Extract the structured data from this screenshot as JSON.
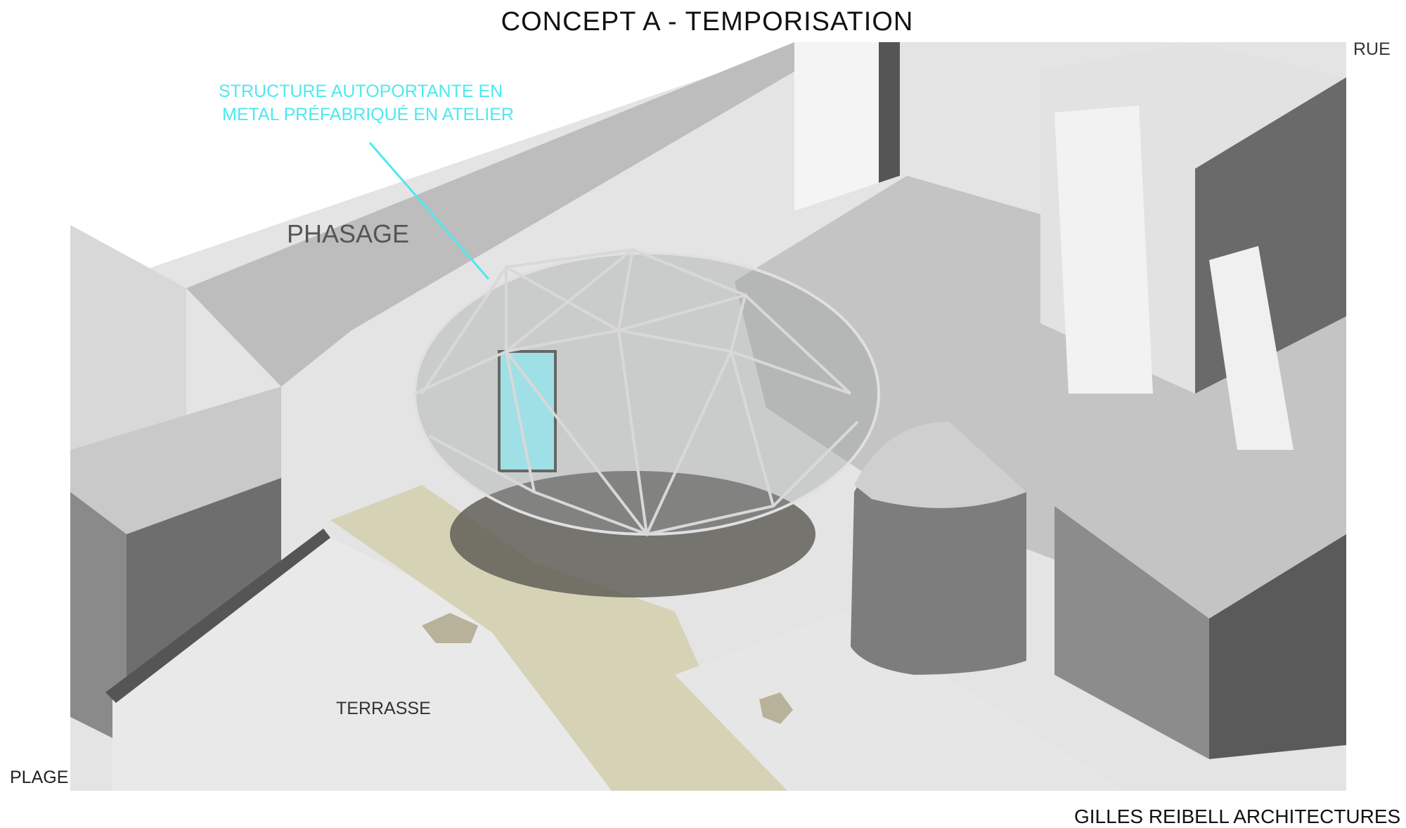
{
  "title": "CONCEPT A - TEMPORISATION",
  "labels": {
    "rue": "RUE",
    "phasage": "PHASAGE",
    "terrasse": "TERRASSE",
    "plage": "PLAGE"
  },
  "annotation": {
    "line1": "STRUCTURE AUTOPORTANTE EN",
    "line2": "METAL PRÉFABRIQUÉ EN ATELIER",
    "color": "#4EE8F0"
  },
  "credit": "GILLES REIBELL ARCHITECTURES"
}
